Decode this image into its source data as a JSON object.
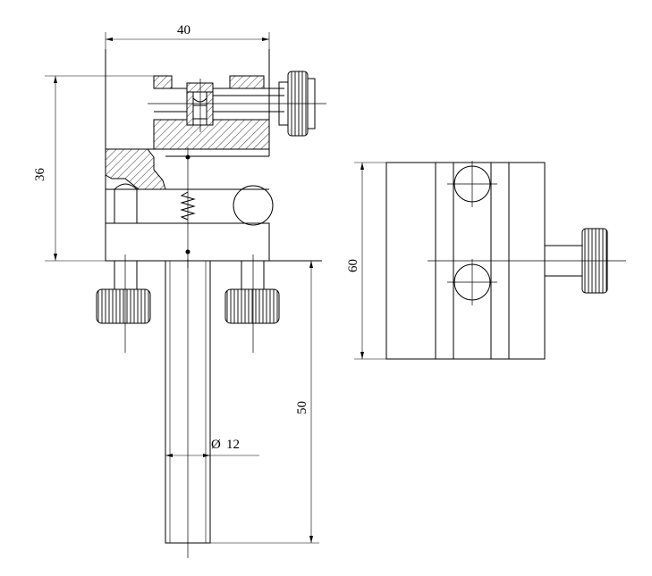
{
  "dimensions": {
    "width_label": "40",
    "height_label": "36",
    "rod_length_label": "50",
    "rod_diameter_label": "12",
    "side_height_label": "60"
  },
  "symbols": {
    "diameter": "Ø"
  }
}
